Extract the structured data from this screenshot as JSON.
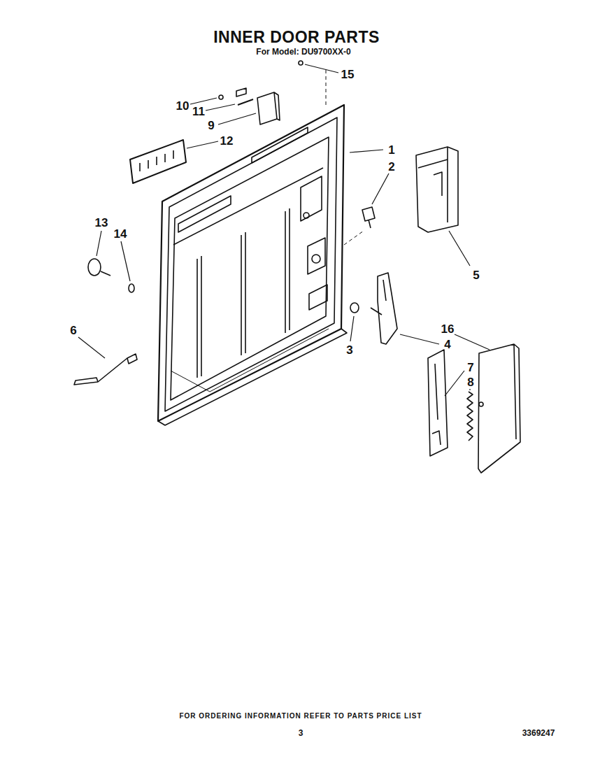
{
  "diagram": {
    "title": "INNER DOOR PARTS",
    "labels": [
      "For Model: DU9700XX-0",
      "15",
      "10",
      "11",
      "9",
      "12",
      "1",
      "2",
      "13",
      "14",
      "5",
      "6",
      "3",
      "16",
      "4",
      "7",
      "8",
      "FOR ORDERING INFORMATION REFER TO PARTS PRICE LIST",
      "3",
      "3369247"
    ]
  }
}
